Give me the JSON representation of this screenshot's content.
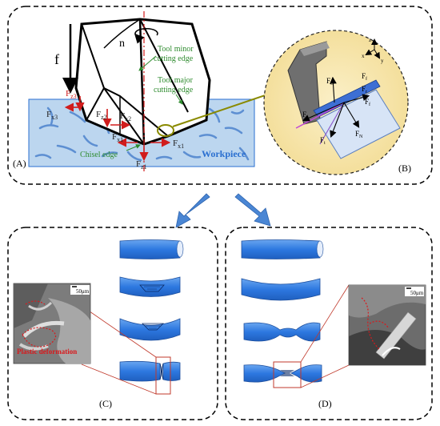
{
  "panels": {
    "A": {
      "label": "(A)",
      "feed": "f",
      "rotation": "n",
      "workpiece": "Workpiece",
      "tool_minor_edge": [
        "Tool minor",
        "cutting edge"
      ],
      "tool_major_edge": [
        "Tool major",
        "cutting edge"
      ],
      "chisel_edge": "Chisel edge",
      "forces": [
        {
          "base": "F",
          "sub": "z3"
        },
        {
          "base": "F",
          "sub": "x3"
        },
        {
          "base": "F",
          "sub": "z2"
        },
        {
          "base": "F",
          "sub": "x2"
        },
        {
          "base": "F",
          "sub": "x1"
        },
        {
          "base": "F",
          "sub": "x1"
        },
        {
          "base": "F",
          "sub": "z1"
        }
      ]
    },
    "B": {
      "label": "(B)",
      "axes": [
        "z",
        "x",
        "y"
      ],
      "forces": [
        {
          "base": "F",
          "sub": "C"
        },
        {
          "base": "F",
          "sub": "r"
        },
        {
          "base": "F",
          "sub": "f"
        },
        {
          "base": "F",
          "sub": "r"
        },
        {
          "base": "F",
          "sub": "N"
        },
        {
          "base": "F",
          "sub": "t"
        },
        {
          "base": "F",
          "sub": "f"
        }
      ]
    },
    "C": {
      "label": "(C)",
      "scale": "50μm",
      "annotation": "Plastic deformation"
    },
    "D": {
      "label": "(D)",
      "scale": "50μm"
    }
  },
  "colors": {
    "workpiece": "#bcd6ef",
    "zoom_circle": "#f7e8b6",
    "force_red": "#d11c1c",
    "edge_green": "#2e8b2e",
    "fiber_blue": "#2a6fd0",
    "arrow_blue": "#4a86d4",
    "connector_olive": "#8a8a00"
  }
}
